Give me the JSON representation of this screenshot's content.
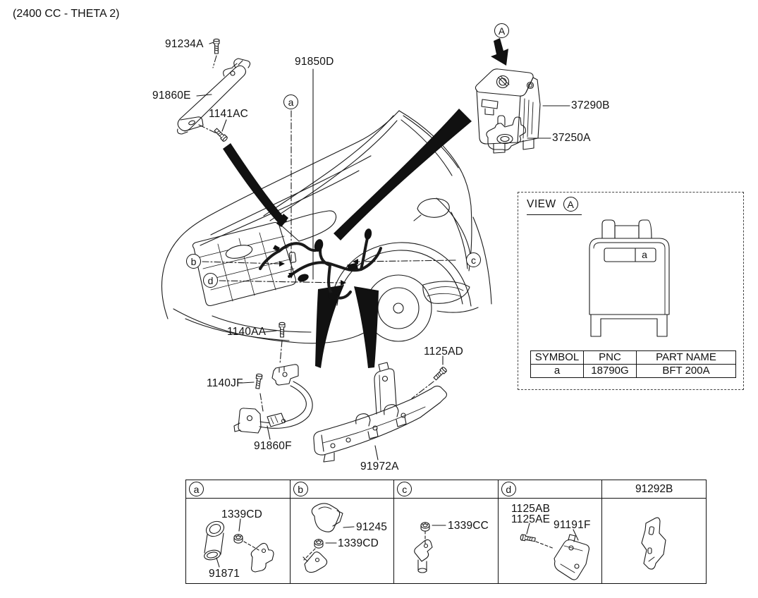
{
  "page_title": "(2400 CC - THETA 2)",
  "part_labels": {
    "p91234A": "91234A",
    "p91860E": "91860E",
    "p1141AC": "1141AC",
    "p91850D": "91850D",
    "p37290B": "37290B",
    "p37250A": "37250A",
    "p1140AA": "1140AA",
    "p1140JF": "1140JF",
    "p91860F": "91860F",
    "p91972A": "91972A",
    "p1125AD": "1125AD"
  },
  "callouts": {
    "view_ref_top": "A",
    "a": "a",
    "b": "b",
    "c": "c",
    "d": "d"
  },
  "view_section": {
    "view_label": "VIEW",
    "view_ref": "A",
    "fuse_symbol": "a",
    "table": {
      "col_symbol": "SYMBOL",
      "col_pnc": "PNC",
      "col_part_name": "PART NAME",
      "row_symbol": "a",
      "row_pnc": "18790G",
      "row_part_name": "BFT 200A"
    }
  },
  "legend_table": {
    "col_a": {
      "callout": "a",
      "labels": {
        "l1339CD": "1339CD",
        "l91871": "91871"
      }
    },
    "col_b": {
      "callout": "b",
      "labels": {
        "l91245": "91245",
        "l1339CD": "1339CD"
      }
    },
    "col_c": {
      "callout": "c",
      "labels": {
        "l1339CC": "1339CC"
      }
    },
    "col_d": {
      "callout": "d",
      "labels": {
        "l1125AB": "1125AB",
        "l1125AE": "1125AE",
        "l91191F": "91191F"
      }
    },
    "col_e": {
      "header": "91292B"
    }
  }
}
